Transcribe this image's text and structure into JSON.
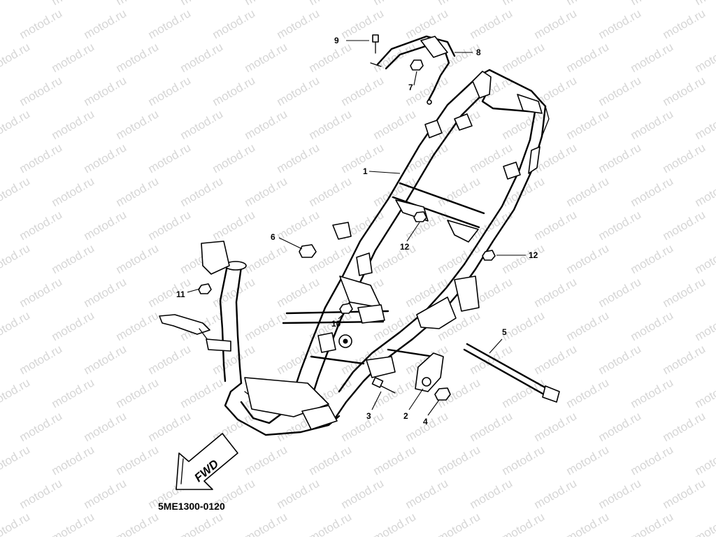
{
  "diagram": {
    "watermark": "motod.ru",
    "code": "5ME1300-0120",
    "fwd_label": "FWD",
    "callouts": {
      "c1": "1",
      "c2": "2",
      "c3": "3",
      "c4": "4",
      "c5": "5",
      "c6": "6",
      "c7": "7",
      "c8": "8",
      "c9": "9",
      "c10": "10",
      "c11": "11",
      "c12a": "12",
      "c12b": "12"
    }
  }
}
